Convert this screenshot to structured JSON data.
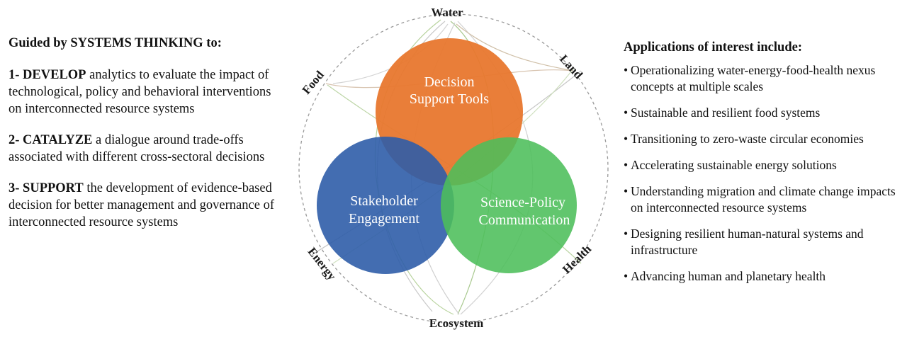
{
  "left": {
    "heading": "Guided by SYSTEMS THINKING to:",
    "goals": [
      {
        "num": "1-",
        "keyword": "DEVELOP",
        "text": "analytics to evaluate the impact of technological, policy and behavioral interventions on interconnected resource systems"
      },
      {
        "num": "2-",
        "keyword": "CATALYZE",
        "text": "a dialogue around trade-offs associated with different cross-sectoral decisions"
      },
      {
        "num": "3-",
        "keyword": "SUPPORT",
        "text": "the development of evidence-based decision for better management and governance of interconnected resource systems"
      }
    ]
  },
  "venn": {
    "top": {
      "line1": "Decision",
      "line2": "Support Tools",
      "color": "#E8772E"
    },
    "left": {
      "line1": "Stakeholder",
      "line2": "Engagement",
      "color": "#2F5DA8"
    },
    "right": {
      "line1": "Science-Policy",
      "line2": "Communication",
      "color": "#4CBE5A"
    }
  },
  "ring_labels": {
    "water": "Water",
    "land": "Land",
    "food": "Food",
    "energy": "Energy",
    "health": "Health",
    "ecosystem": "Ecosystem"
  },
  "right": {
    "heading": "Applications of interest include:",
    "bullet": "•",
    "items": [
      "Operationalizing water-energy-food-health nexus concepts at multiple scales",
      "Sustainable and resilient food systems",
      "Transitioning to zero-waste circular economies",
      "Accelerating sustainable energy solutions",
      "Understanding migration and climate change impacts on interconnected resource systems",
      "Designing resilient human-natural systems and infrastructure",
      "Advancing human and planetary health"
    ]
  }
}
